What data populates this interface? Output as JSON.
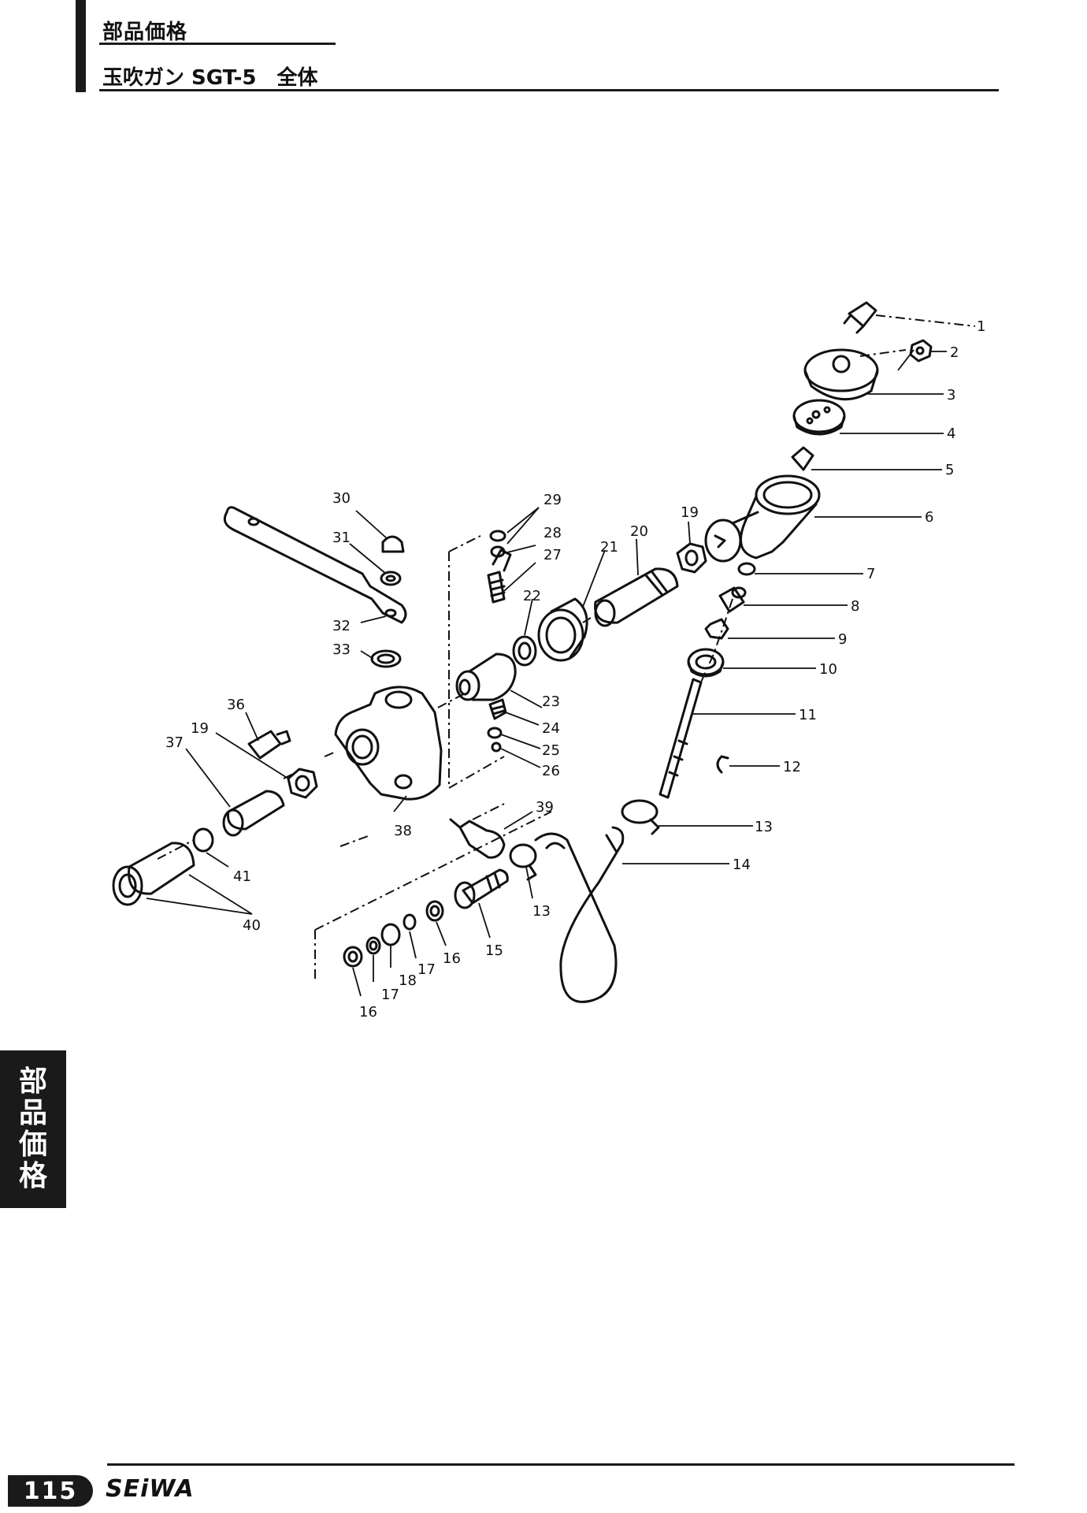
{
  "header": {
    "category": "部品価格",
    "title": "玉吹ガン SGT-5　全体"
  },
  "side_tab": {
    "chars": [
      "部",
      "品",
      "価",
      "格"
    ]
  },
  "footer": {
    "page_number": "115",
    "brand": "SEiWA"
  },
  "diagram": {
    "part_labels": [
      "1",
      "2",
      "3",
      "4",
      "5",
      "6",
      "7",
      "8",
      "9",
      "10",
      "11",
      "12",
      "13",
      "14",
      "19",
      "20",
      "21",
      "22",
      "23",
      "24",
      "25",
      "26",
      "27",
      "28",
      "29",
      "30",
      "31",
      "32",
      "33",
      "36",
      "19",
      "37",
      "38",
      "39",
      "13",
      "15",
      "16",
      "41",
      "40",
      "16",
      "17",
      "18",
      "17"
    ]
  }
}
